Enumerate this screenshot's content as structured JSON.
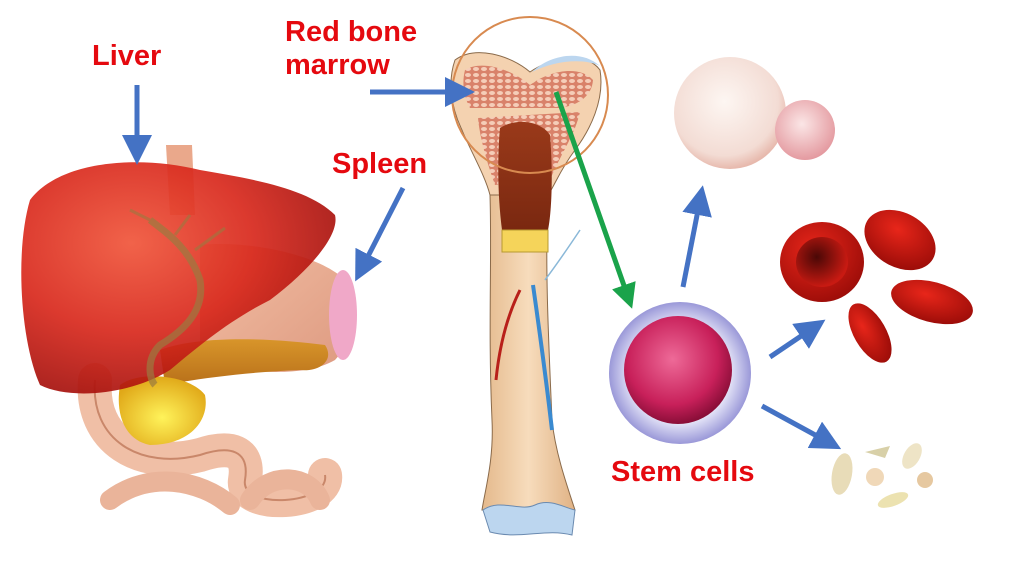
{
  "labels": {
    "liver": "Liver",
    "red_bone_marrow": "Red bone marrow",
    "spleen": "Spleen",
    "stem_cells": "Stem cells"
  },
  "illustrations": {
    "organs": "liver-stomach-pancreas-spleen-illustration",
    "bone": "long-bone-cross-section-illustration",
    "stem_cell": "stem-cell-illustration",
    "white_blood_cells": "white-blood-cells-illustration",
    "red_blood_cells": "red-blood-cells-illustration",
    "platelets": "platelets-illustration"
  },
  "arrows": [
    {
      "from": "Liver label",
      "to": "liver",
      "color": "#4472c4"
    },
    {
      "from": "Spleen label",
      "to": "spleen",
      "color": "#4472c4"
    },
    {
      "from": "Red bone marrow label",
      "to": "bone epiphysis",
      "color": "#4472c4"
    },
    {
      "from": "bone marrow",
      "to": "stem cell",
      "color": "#1aa34a"
    },
    {
      "from": "stem cell",
      "to": "white blood cells",
      "color": "#4472c4"
    },
    {
      "from": "stem cell",
      "to": "red blood cells",
      "color": "#4472c4"
    },
    {
      "from": "stem cell",
      "to": "platelets",
      "color": "#4472c4"
    }
  ],
  "colors": {
    "label_text": "#e5090f",
    "arrow_blue": "#4472c4",
    "arrow_green": "#1aa34a",
    "background": "#ffffff"
  }
}
